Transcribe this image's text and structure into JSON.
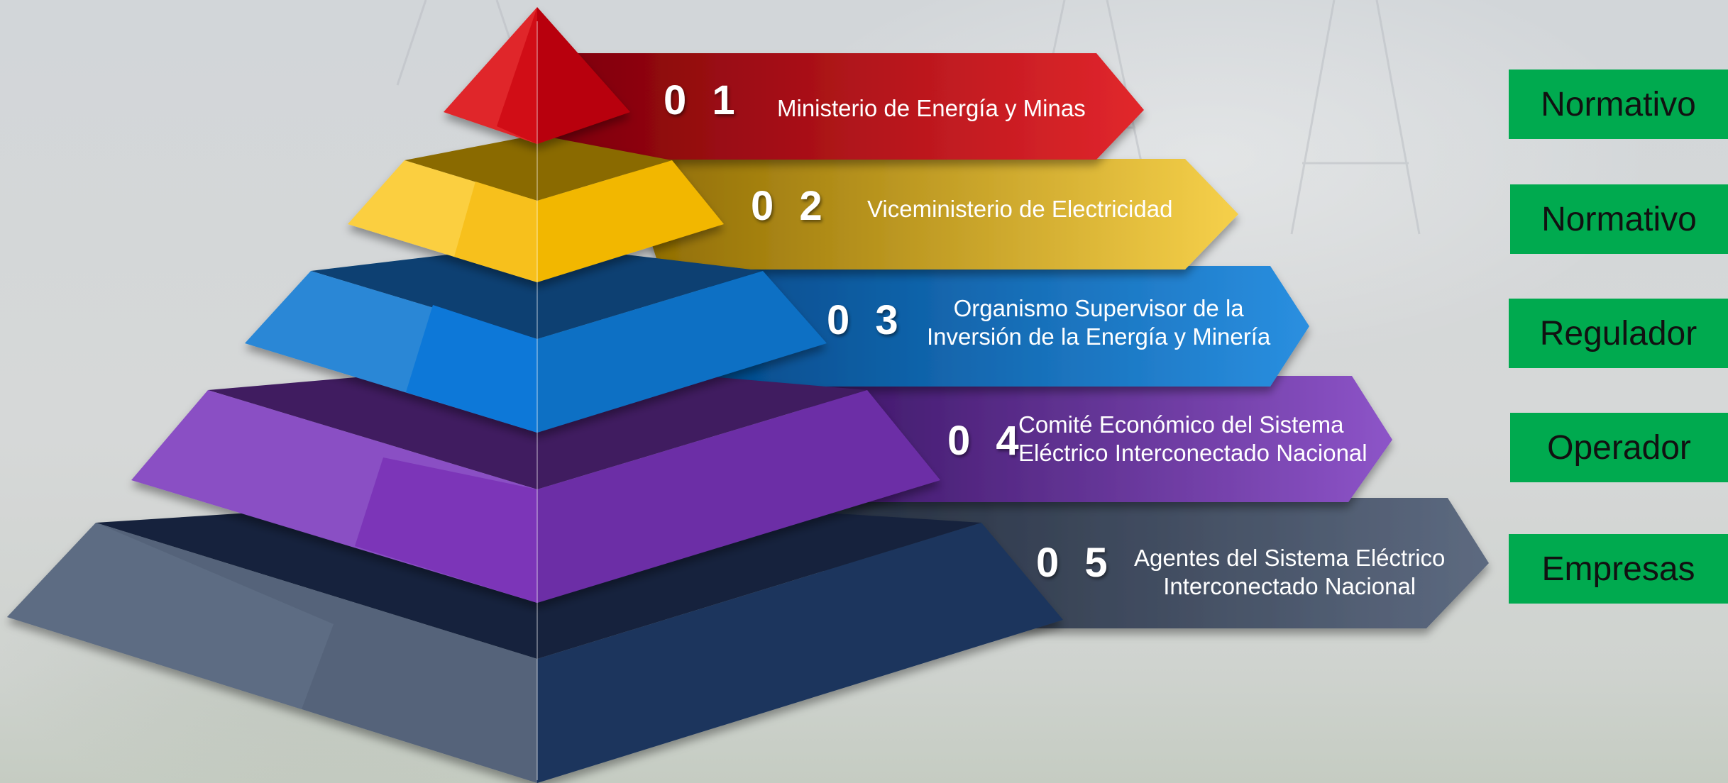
{
  "levels": [
    {
      "number": "0 1",
      "lines": [
        "Ministerio de Energía  y Minas"
      ],
      "color": "#d0161c"
    },
    {
      "number": "0 2",
      "lines": [
        "Viceministerio de Electricidad"
      ],
      "color": "#f2b705"
    },
    {
      "number": "0 3",
      "lines": [
        "Organismo Supervisor de la",
        "Inversión de la Energía y Minería"
      ],
      "color": "#0a74cc"
    },
    {
      "number": "0 4",
      "lines": [
        "Comité Económico del Sistema",
        "Eléctrico Interconectado Nacional"
      ],
      "color": "#7a38b4"
    },
    {
      "number": "0 5",
      "lines": [
        "Agentes del Sistema Eléctrico",
        "Interconectado Nacional"
      ],
      "color": "#3d4c63"
    }
  ],
  "roles": [
    "Normativo",
    "Normativo",
    "Regulador",
    "Operador",
    "Empresas"
  ],
  "role_color": "#00aa4f"
}
